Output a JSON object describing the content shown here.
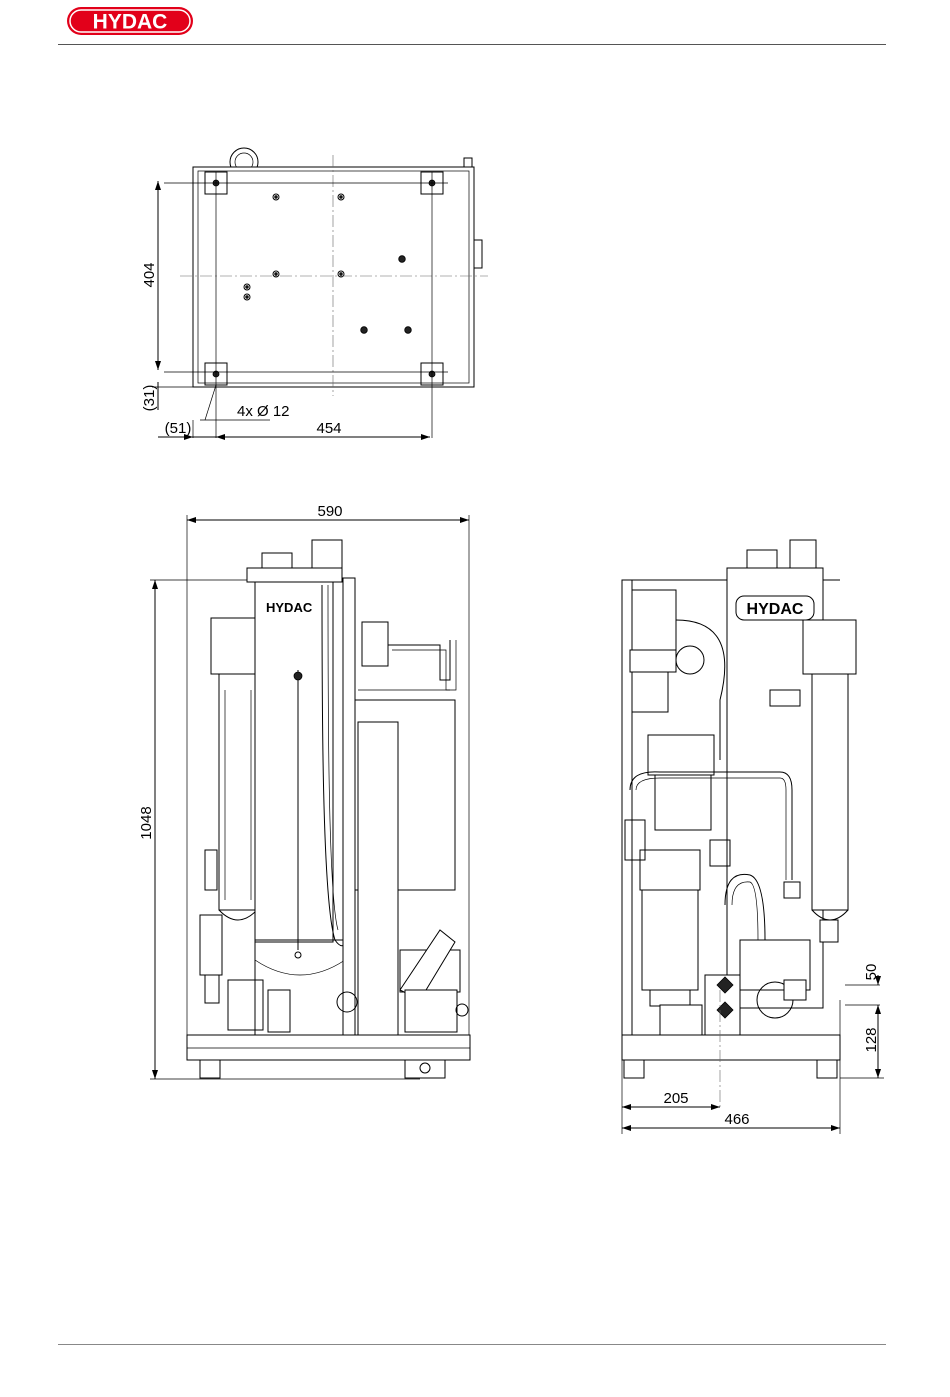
{
  "header": {
    "logo_text": "HYDAC",
    "logo_color": "#e2001a"
  },
  "top_view": {
    "dim_depth": "404",
    "dim_offset_y": "(31)",
    "dim_offset_x": "(51)",
    "dim_width": "454",
    "dim_holes": "4x Ø 12"
  },
  "side_view": {
    "dim_length": "590",
    "dim_height": "1048",
    "tank_label": "HYDAC"
  },
  "front_view": {
    "dim_width": "466",
    "dim_offset": "205",
    "dim_port_1": "50",
    "dim_port_2": "128",
    "tank_label": "HYDAC"
  }
}
